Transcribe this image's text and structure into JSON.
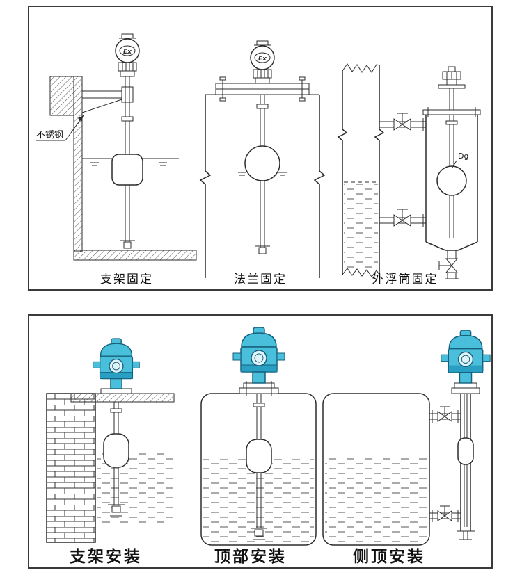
{
  "top_panel": {
    "labels": [
      {
        "text": "支架固定"
      },
      {
        "text": "法兰固定"
      },
      {
        "text": "外浮筒固定"
      }
    ],
    "annotations": {
      "stainless_steel": "不锈钢",
      "ex_marking": "Ex",
      "diameter_label": "Dg"
    }
  },
  "bottom_panel": {
    "labels": [
      {
        "text": "支架安装"
      },
      {
        "text": "顶部安装"
      },
      {
        "text": "侧顶安装"
      }
    ]
  },
  "colors": {
    "line": "#2b2b2b",
    "panel_border": "#3a3a3a",
    "transmitter_fill": "#49bfdc",
    "transmitter_stroke": "#16607c",
    "transmitter_band": "#2a9fc4"
  }
}
